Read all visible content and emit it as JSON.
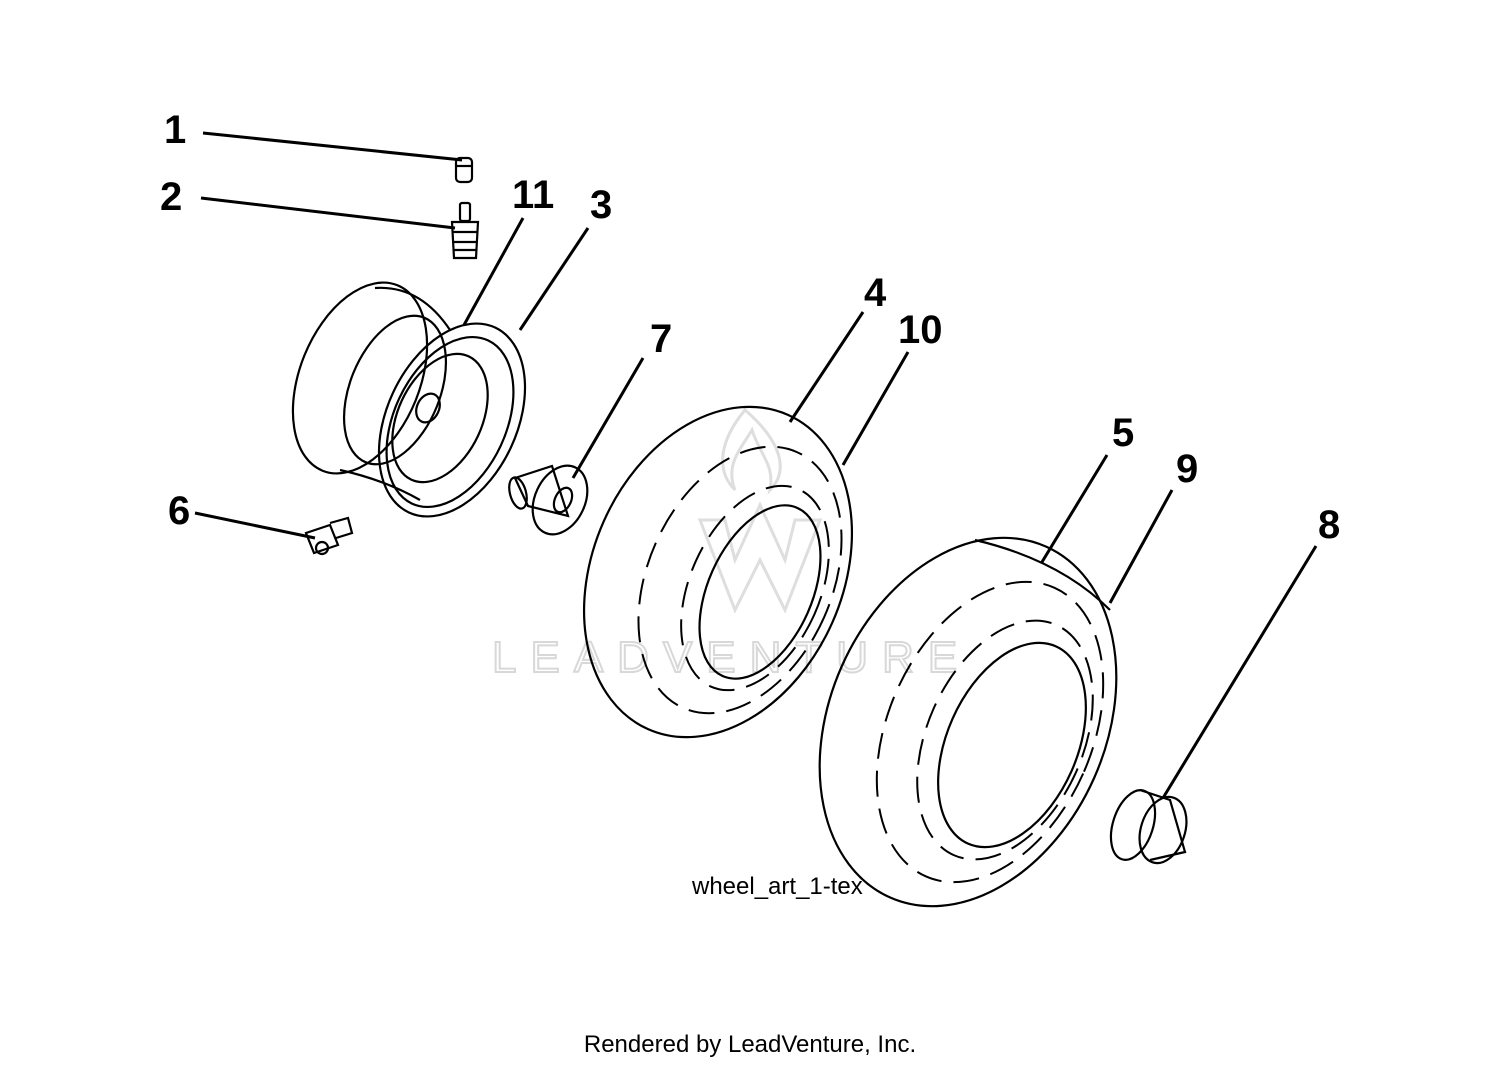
{
  "diagram": {
    "caption": "wheel_art_1-tex",
    "credit": "Rendered by LeadVenture, Inc.",
    "watermark": "LEADVENTURE",
    "callouts": [
      {
        "id": "1",
        "label": "1"
      },
      {
        "id": "2",
        "label": "2"
      },
      {
        "id": "3",
        "label": "3"
      },
      {
        "id": "4",
        "label": "4"
      },
      {
        "id": "5",
        "label": "5"
      },
      {
        "id": "6",
        "label": "6"
      },
      {
        "id": "7",
        "label": "7"
      },
      {
        "id": "8",
        "label": "8"
      },
      {
        "id": "9",
        "label": "9"
      },
      {
        "id": "10",
        "label": "10"
      },
      {
        "id": "11",
        "label": "11"
      }
    ]
  }
}
